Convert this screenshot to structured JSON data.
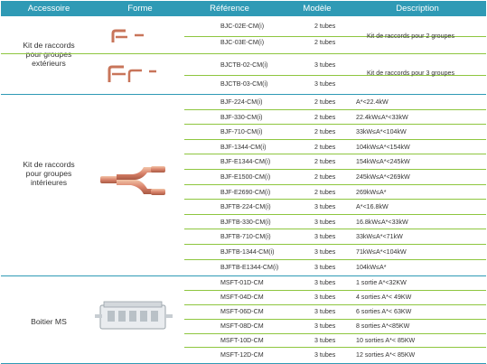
{
  "headers": [
    "Accessoire",
    "Forme",
    "Référence",
    "Modèle",
    "Description"
  ],
  "groups": [
    {
      "accessory": [
        "Kit de raccords",
        "pour groupes",
        "extérieurs"
      ],
      "rows": [
        {
          "ref": "BJC-02E-CM(i)",
          "model": "2 tubes",
          "desc": ""
        },
        {
          "ref": "BJC-03E-CM(i)",
          "model": "2 tubes",
          "desc": ""
        },
        {
          "ref": "BJCTB-02-CM(i)",
          "model": "3 tubes",
          "desc": ""
        },
        {
          "ref": "BJCTB-03-CM(i)",
          "model": "3 tubes",
          "desc": ""
        }
      ],
      "merged_desc": [
        "Kit de raccords pour 2 groupes",
        "Kit de raccords pour 3 groupes"
      ]
    },
    {
      "accessory": [
        "Kit de raccords",
        "pour groupes",
        "intérieures"
      ],
      "rows": [
        {
          "ref": "BJF-224-CM(i)",
          "model": "2 tubes",
          "desc": "A*<22.4kW"
        },
        {
          "ref": "BJF-330-CM(i)",
          "model": "2 tubes",
          "desc": "22.4kW≤A*<33kW"
        },
        {
          "ref": "BJF-710-CM(i)",
          "model": "2 tubes",
          "desc": "33kW≤A*<104kW"
        },
        {
          "ref": "BJF-1344-CM(i)",
          "model": "2 tubes",
          "desc": "104kW≤A*<154kW"
        },
        {
          "ref": "BJF-E1344-CM(i)",
          "model": "2 tubes",
          "desc": "154kW≤A*<245kW"
        },
        {
          "ref": "BJF-E1500-CM(i)",
          "model": "2 tubes",
          "desc": "245kW≤A*<269kW"
        },
        {
          "ref": "BJF-E2690-CM(i)",
          "model": "2 tubes",
          "desc": "269kW≤A*"
        },
        {
          "ref": "BJFTB-224-CM(i)",
          "model": "3 tubes",
          "desc": "A*<16.8kW"
        },
        {
          "ref": "BJFTB-330-CM(i)",
          "model": "3 tubes",
          "desc": "16.8kW≤A*<33kW"
        },
        {
          "ref": "BJFTB-710-CM(i)",
          "model": "3 tubes",
          "desc": "33kW≤A*<71kW"
        },
        {
          "ref": "BJFTB-1344-CM(i)",
          "model": "3 tubes",
          "desc": "71kW≤A*<104kW"
        },
        {
          "ref": "BJFTB-E1344-CM(i)",
          "model": "3 tubes",
          "desc": "104kW≤A*"
        }
      ]
    },
    {
      "accessory": [
        "Boitier MS"
      ],
      "rows": [
        {
          "ref": "MSFT-01D-CM",
          "model": "3 tubes",
          "desc": "1 sortie A*<32KW"
        },
        {
          "ref": "MSFT-04D-CM",
          "model": "3 tubes",
          "desc": "4 sorties A*< 49KW"
        },
        {
          "ref": "MSFT-06D-CM",
          "model": "3 tubes",
          "desc": "6 sorties A*< 63KW"
        },
        {
          "ref": "MSFT-08D-CM",
          "model": "3 tubes",
          "desc": "8 sorties A*<85KW"
        },
        {
          "ref": "MSFT-10D-CM",
          "model": "3 tubes",
          "desc": "10 sorties A*< 85KW"
        },
        {
          "ref": "MSFT-12D-CM",
          "model": "3 tubes",
          "desc": "12 sorties A*< 85KW"
        }
      ]
    }
  ]
}
